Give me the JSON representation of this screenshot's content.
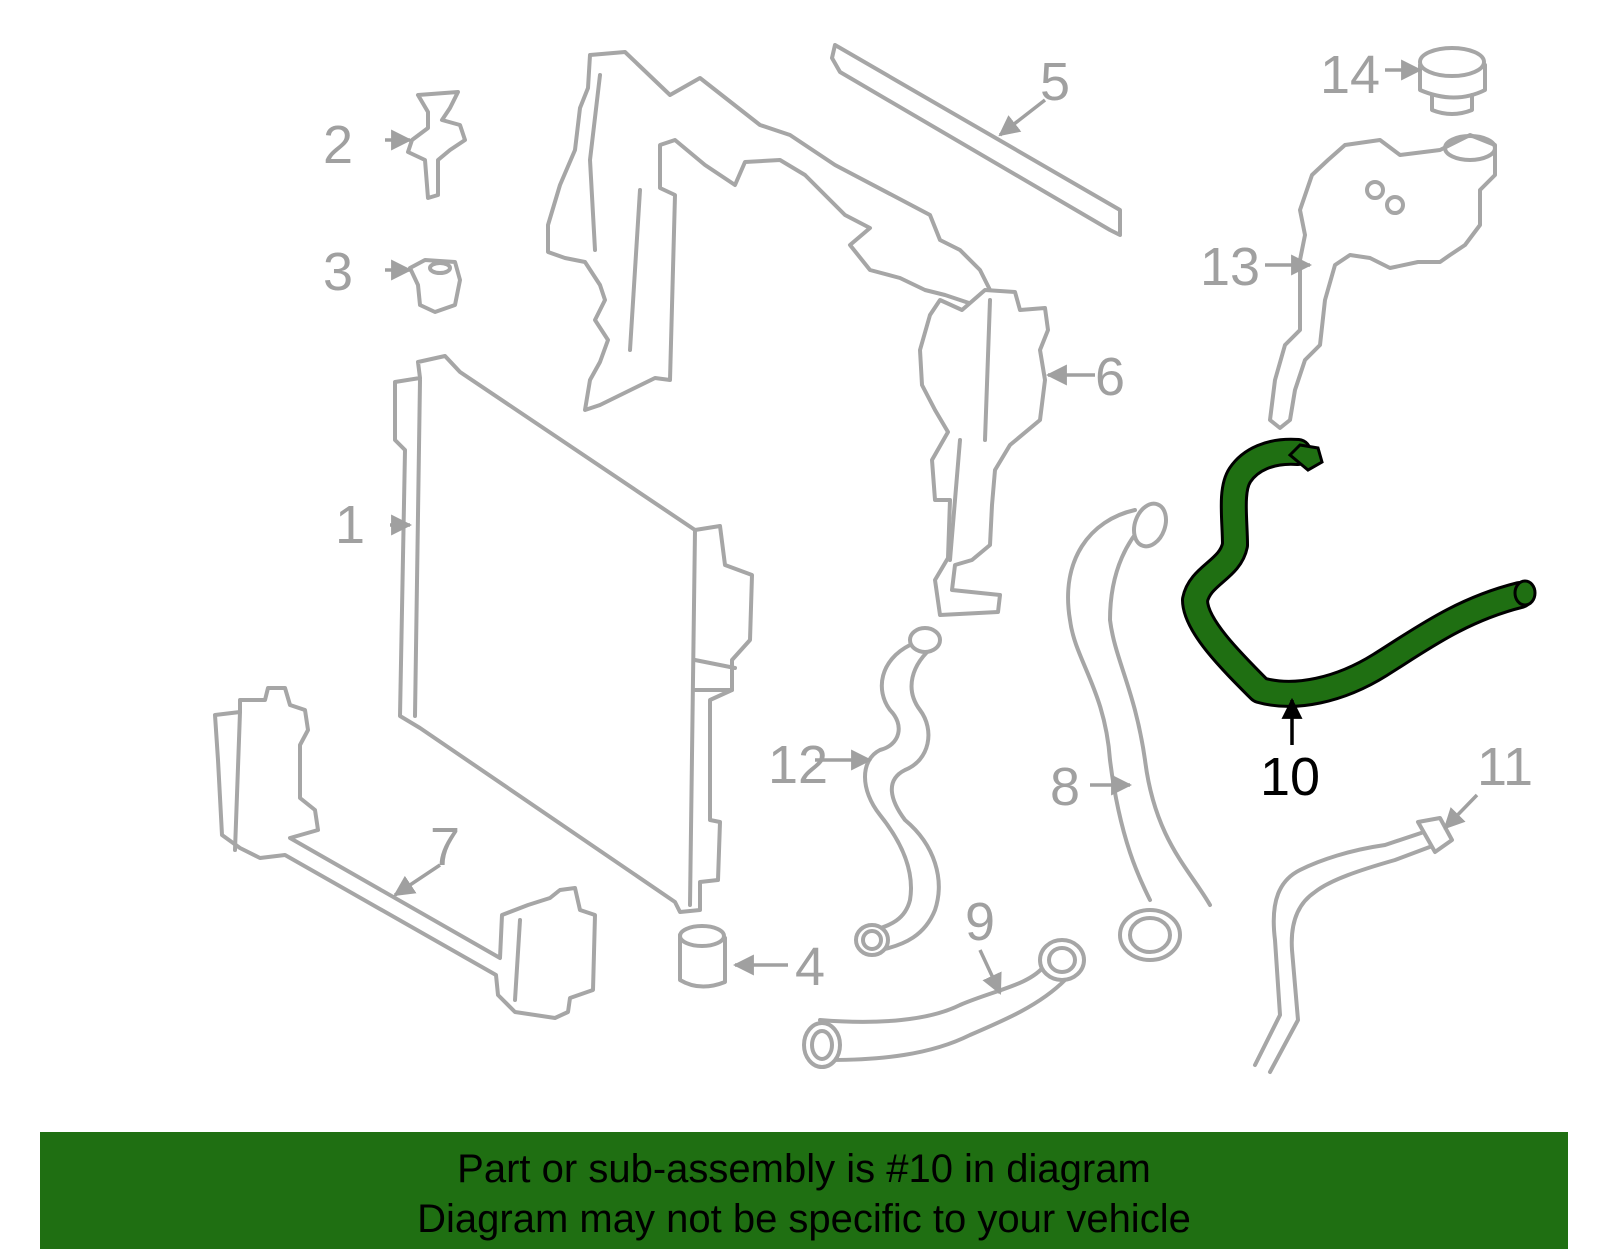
{
  "diagram": {
    "highlighted_part": "10",
    "highlight_color": "#1f6f12",
    "line_color": "#a6a6a6",
    "callouts": {
      "c1": "1",
      "c2": "2",
      "c3": "3",
      "c4": "4",
      "c5": "5",
      "c6": "6",
      "c7": "7",
      "c8": "8",
      "c9": "9",
      "c10": "10",
      "c11": "11",
      "c12": "12",
      "c13": "13",
      "c14": "14"
    }
  },
  "footer": {
    "background": "#1f6f12",
    "line1": "Part or sub-assembly is #10 in diagram",
    "line2": "Diagram may not be specific to your vehicle"
  }
}
